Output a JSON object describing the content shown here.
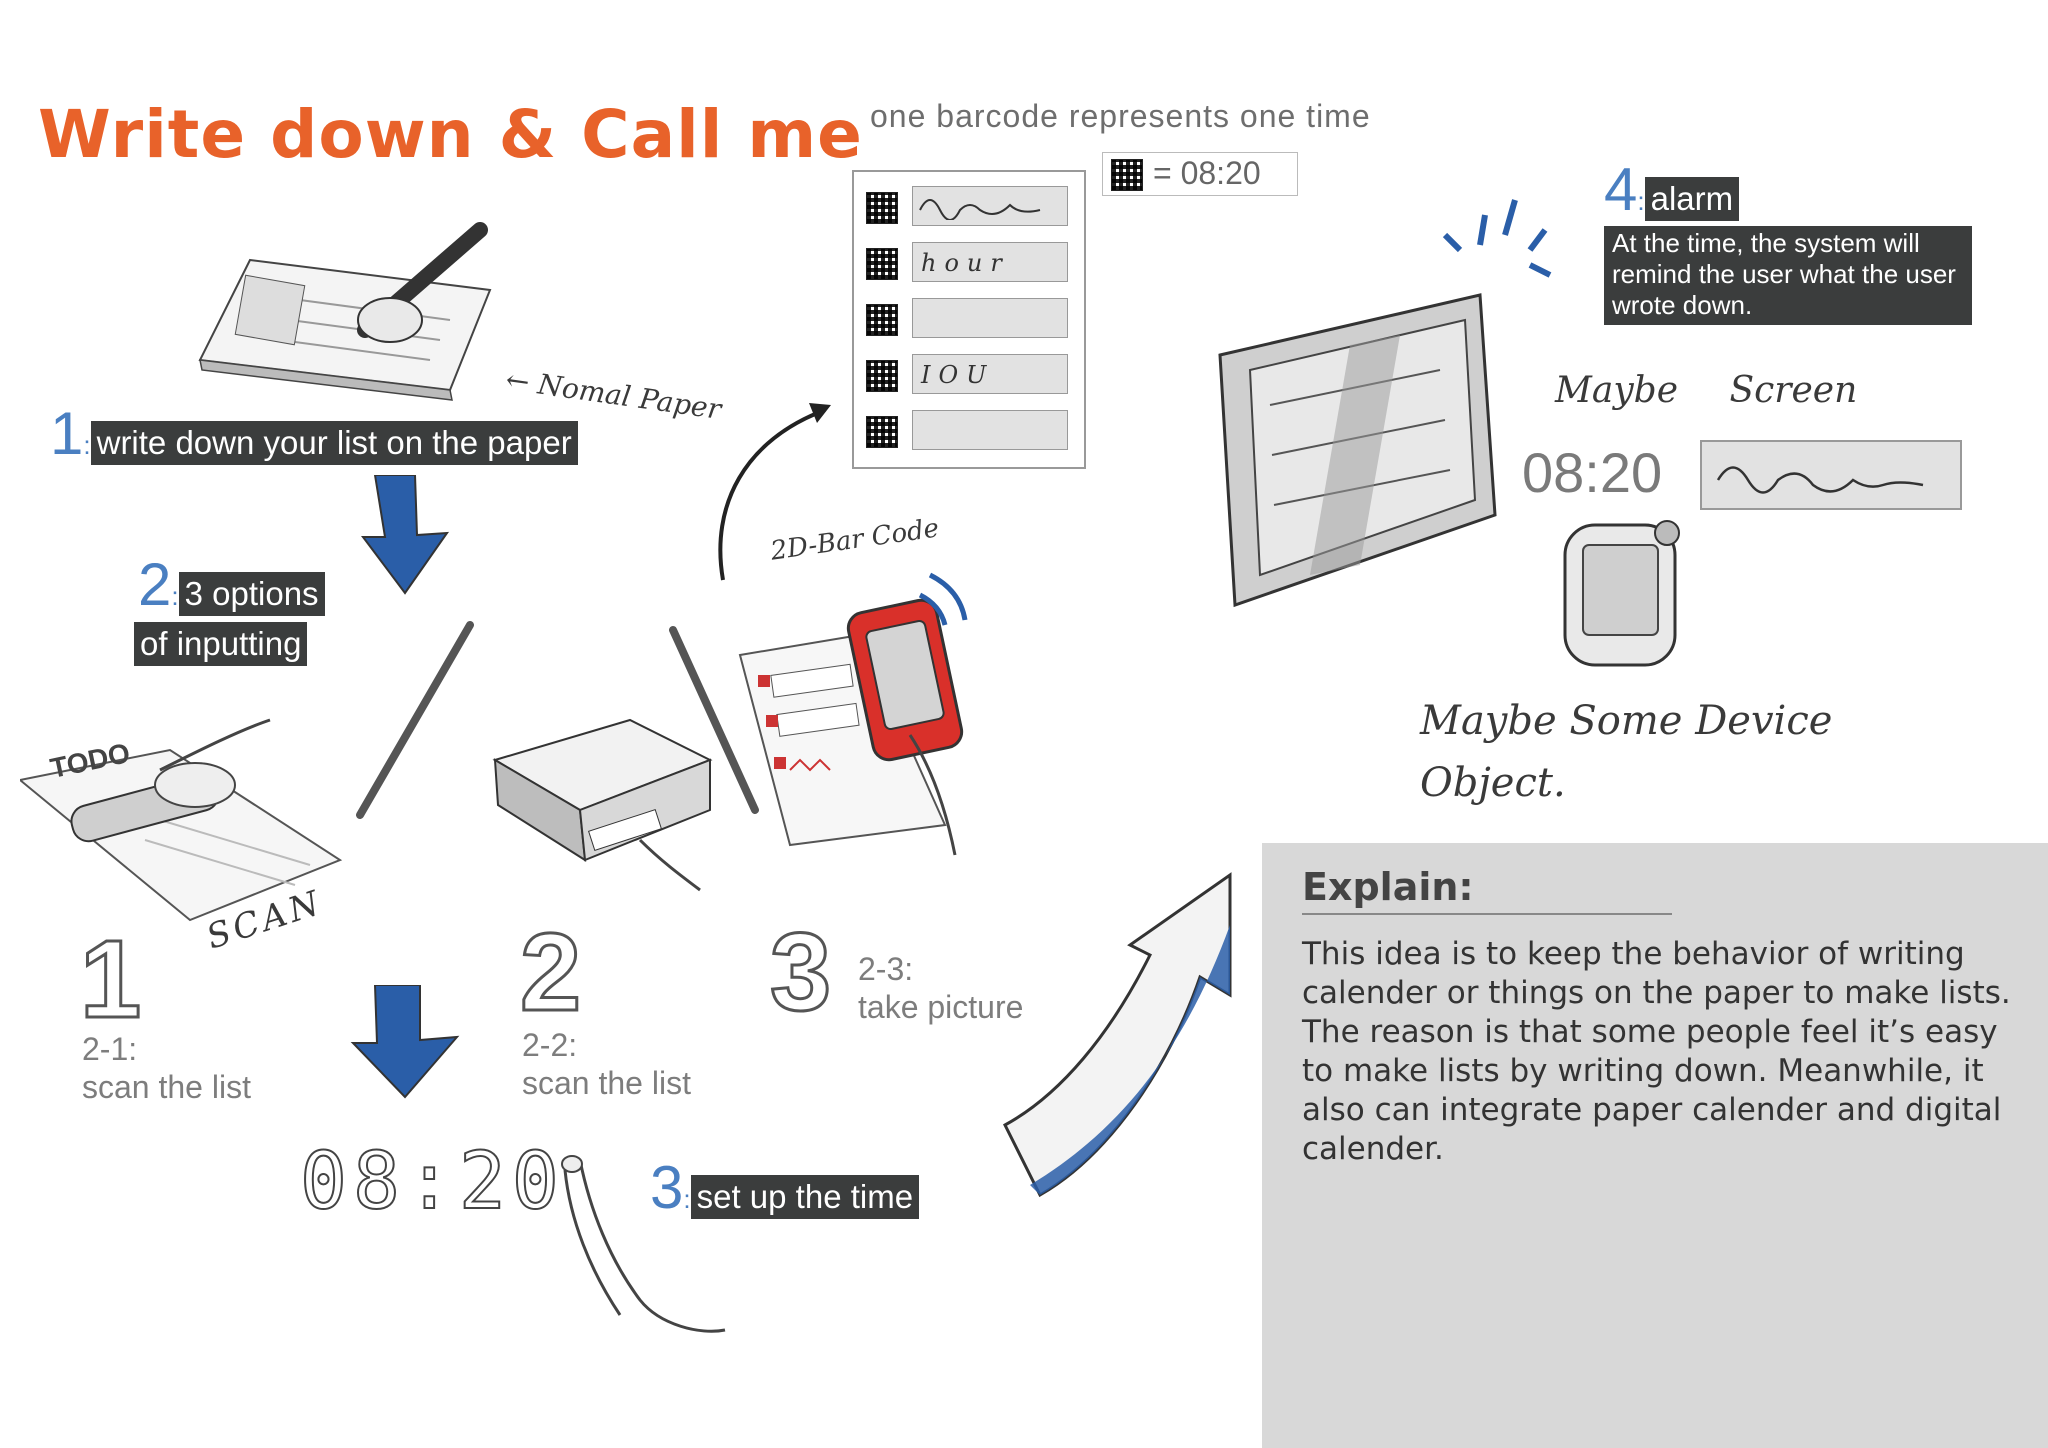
{
  "title": "Write down & Call me",
  "barcode_caption": "one barcode represents one time",
  "barcode_time": "= 08:20",
  "barcode_fields": [
    "",
    "hour",
    "",
    "IOU",
    ""
  ],
  "steps": {
    "s1": {
      "num": "1",
      "label": "write down your list on the paper"
    },
    "s2": {
      "num": "2",
      "label_line1": "3 options",
      "label_line2": "of inputting"
    },
    "s3": {
      "num": "3",
      "label": "set up the time"
    },
    "s4": {
      "num": "4",
      "label": "alarm",
      "note": "At the time, the system will remind the user what the user wrote down."
    }
  },
  "options": [
    {
      "digit": "1",
      "label": "2-1:\nscan the list"
    },
    {
      "digit": "2",
      "label": "2-2:\nscan the list"
    },
    {
      "digit": "3",
      "label": "2-3:\ntake picture"
    }
  ],
  "handwriting": {
    "normal_paper": "← Nomal Paper",
    "barcode_note": "2D-Bar Code",
    "maybe_screen": "Maybe Screen",
    "maybe_device": "Maybe Some Device Object.",
    "scan": "SCAN",
    "todo": "TODO",
    "digital_clock": "08:20"
  },
  "screen_time": "08:20",
  "explain": {
    "heading": "Explain:",
    "body": "This idea is to keep the behavior of writing calender or things on the paper to make lists. The reason is that some people feel it’s easy to make lists by writing down. Meanwhile, it also can integrate paper calender and digital calender."
  },
  "colors": {
    "title": "#e8622a",
    "step_blue": "#4a7fc1",
    "tag_bg": "#3b3d3d",
    "panel": "#d8d8d8",
    "phone_red": "#d9302a"
  }
}
